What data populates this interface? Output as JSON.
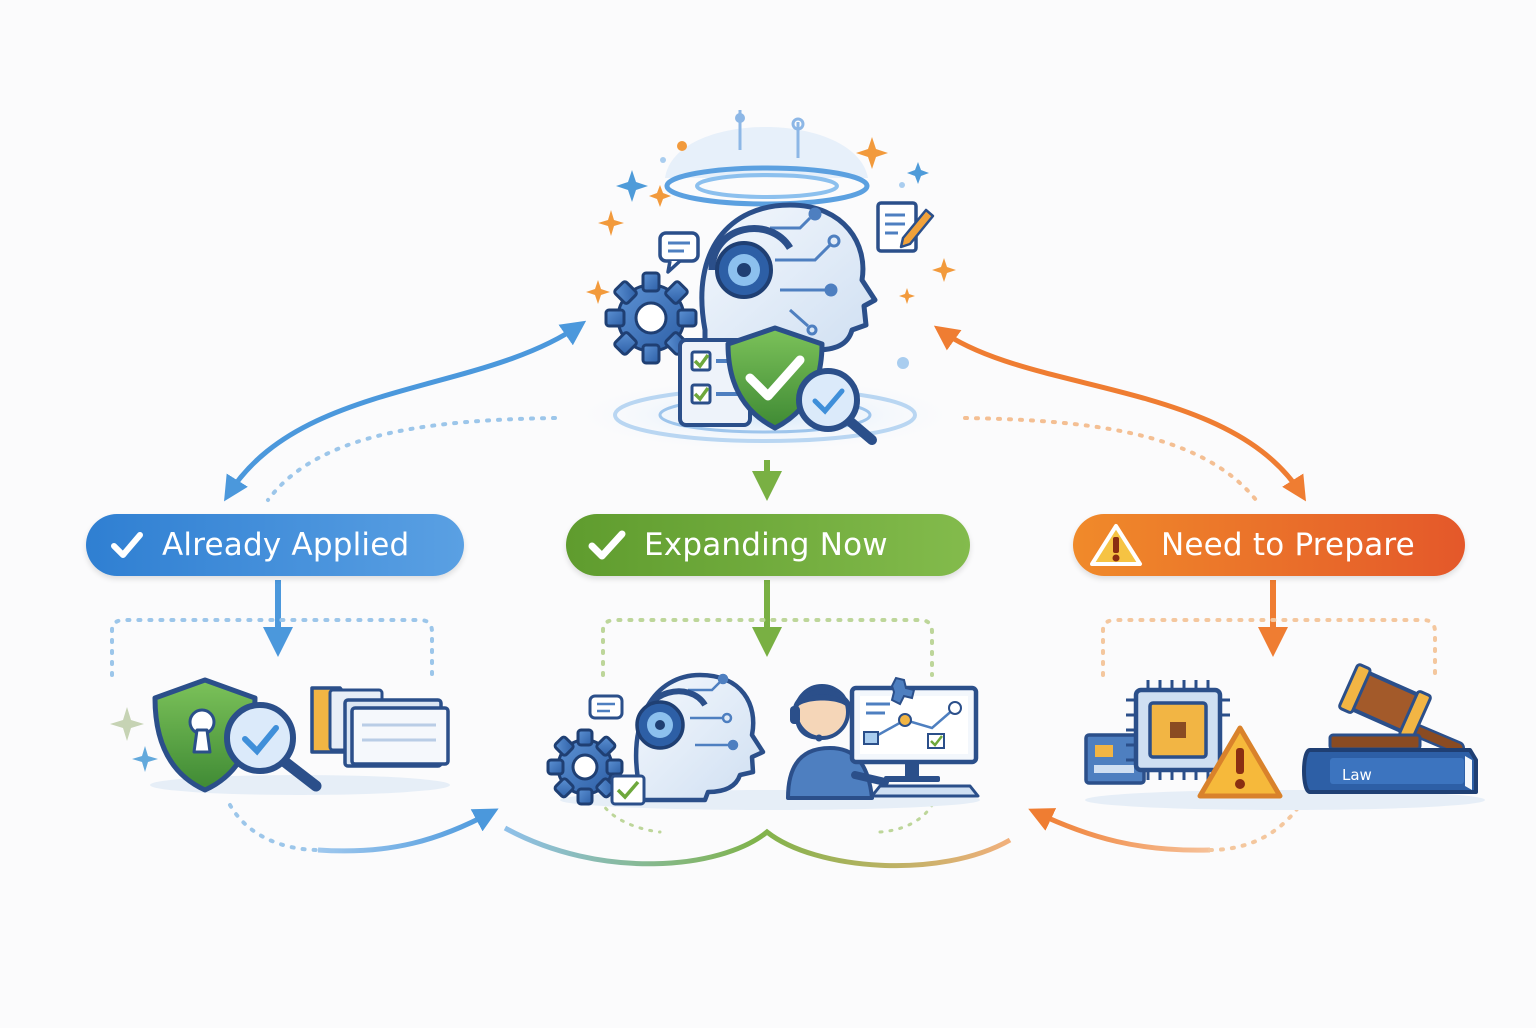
{
  "categories": {
    "applied": {
      "label": "Already Applied",
      "icon": "check-icon",
      "color": "#3f8fd9"
    },
    "expanding": {
      "label": "Expanding Now",
      "icon": "check-icon",
      "color": "#6ea83c"
    },
    "prepare": {
      "label": "Need to Prepare",
      "icon": "warning-icon",
      "color": "#ec6f2b"
    }
  },
  "book_label": "Law",
  "colors": {
    "blue": "#3f8fd9",
    "green": "#6ea83c",
    "orange": "#ec6f2b",
    "navy": "#2b4f8a",
    "steel": "#4e7fc0",
    "light_blue": "#cfe3f6",
    "shield_green": "#5fa84a",
    "folder_yellow": "#f2b544",
    "gavel_brown": "#8a4b22",
    "warning_yellow": "#f6b93b"
  }
}
